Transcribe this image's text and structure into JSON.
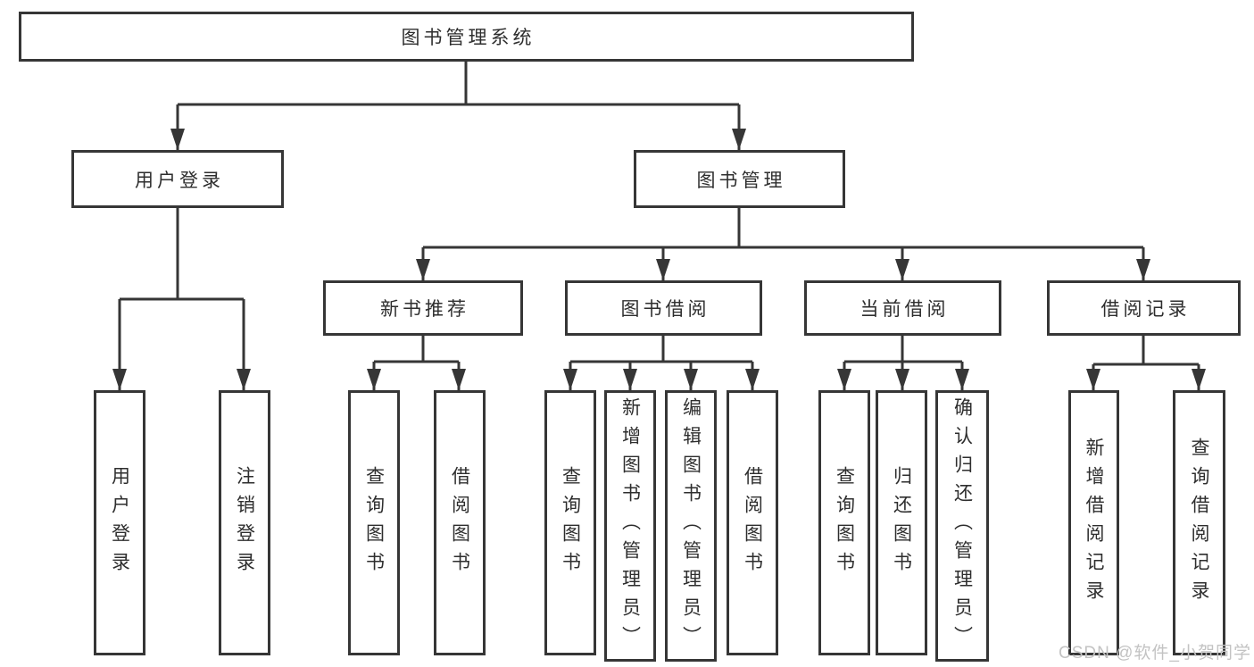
{
  "tree": {
    "label": "图书管理系统",
    "children": [
      {
        "label": "用户登录",
        "children": [
          {
            "label": "用户登录"
          },
          {
            "label": "注销登录"
          }
        ]
      },
      {
        "label": "图书管理",
        "children": [
          {
            "label": "新书推荐",
            "children": [
              {
                "label": "查询图书"
              },
              {
                "label": "借阅图书"
              }
            ]
          },
          {
            "label": "图书借阅",
            "children": [
              {
                "label": "查询图书"
              },
              {
                "label": "新增图书（管理员）"
              },
              {
                "label": "编辑图书（管理员）"
              },
              {
                "label": "借阅图书"
              }
            ]
          },
          {
            "label": "当前借阅",
            "children": [
              {
                "label": "查询图书"
              },
              {
                "label": "归还图书"
              },
              {
                "label": "确认归还（管理员）"
              }
            ]
          },
          {
            "label": "借阅记录",
            "children": [
              {
                "label": "新增借阅记录"
              },
              {
                "label": "查询借阅记录"
              }
            ]
          }
        ]
      }
    ]
  },
  "watermark": {
    "text": "CSDN @软件_小贺同学"
  },
  "colors": {
    "line": "#363636",
    "text": "#2e2e2e",
    "background": "#ffffff",
    "watermark": "#c3c3c3"
  }
}
